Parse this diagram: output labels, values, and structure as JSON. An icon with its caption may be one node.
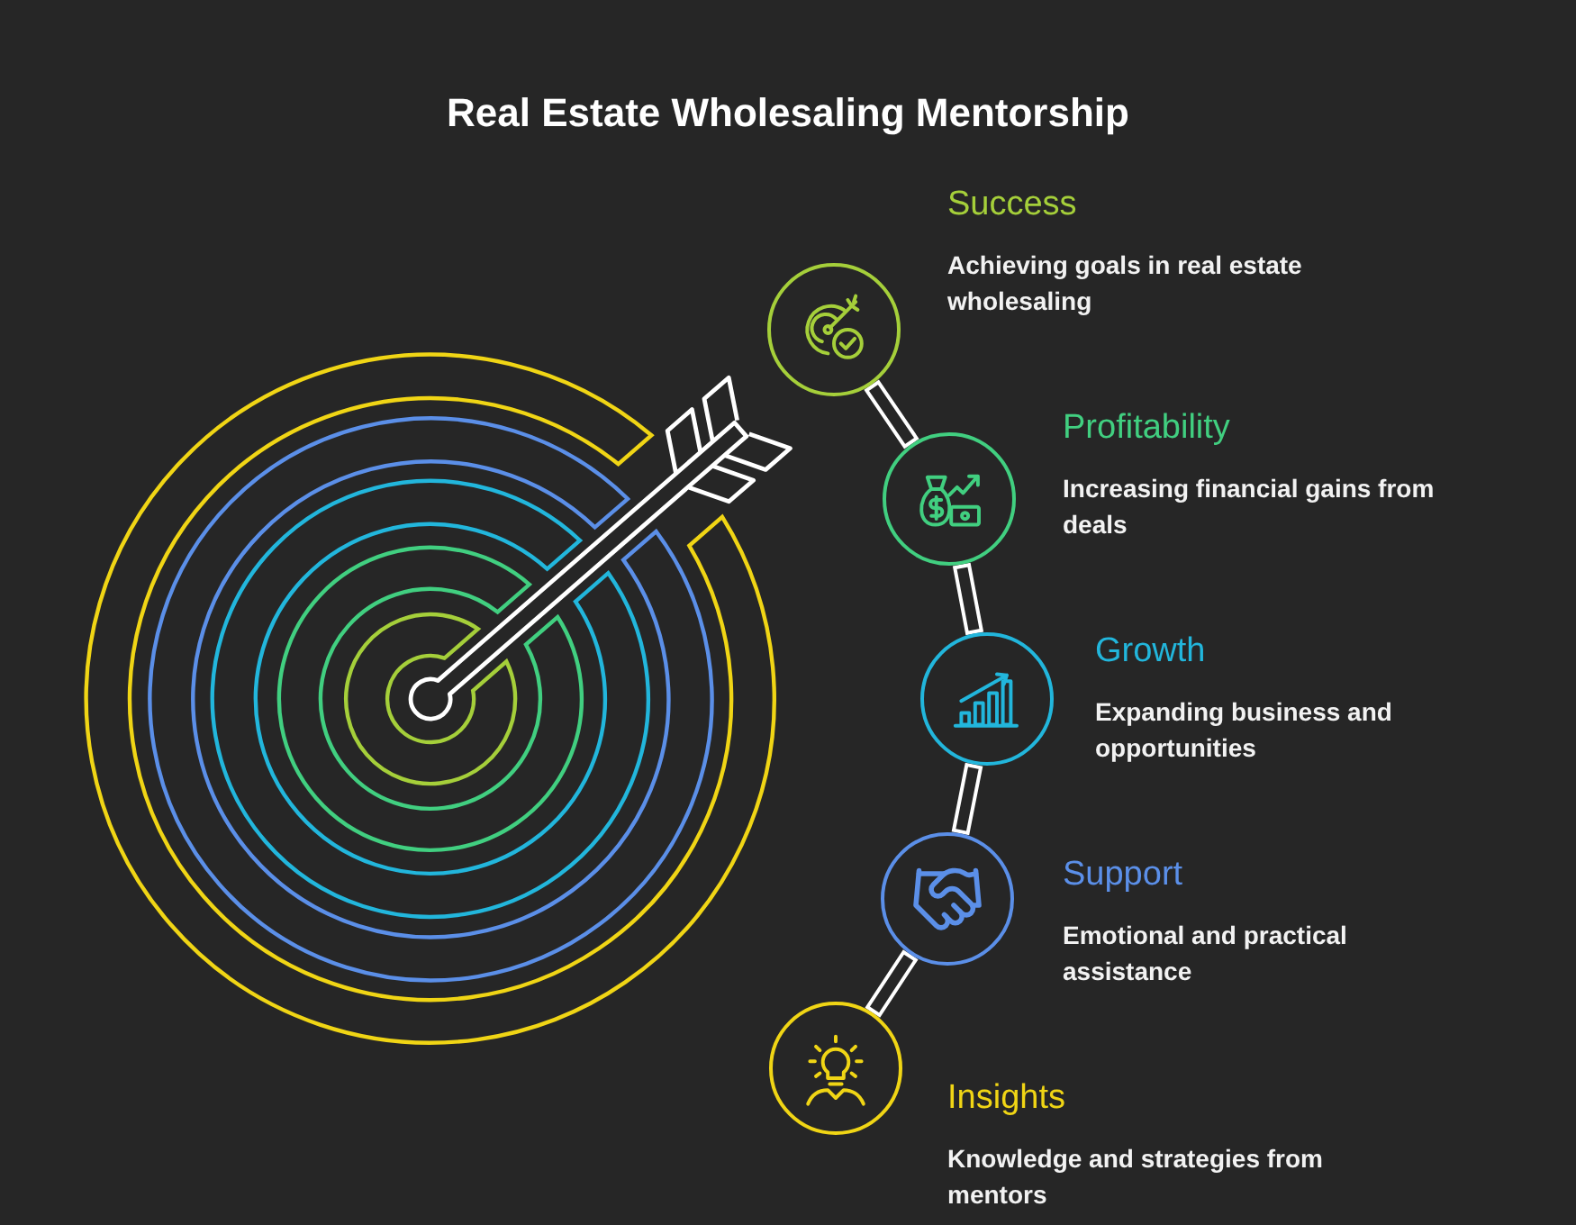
{
  "diagram": {
    "title": "Real Estate Wholesaling Mentorship",
    "nodes": [
      {
        "text": [],
        "shape": "circle",
        "beside": [
          "Success",
          "Achieving goals in real estate wholesaling"
        ]
      },
      {
        "text": [],
        "shape": "circle",
        "beside": [
          "Profitability",
          "Increasing financial gains from deals"
        ]
      },
      {
        "text": [],
        "shape": "circle",
        "beside": [
          "Growth",
          "Expanding business and opportunities"
        ]
      },
      {
        "text": [],
        "shape": "circle",
        "beside": [
          "Support",
          "Emotional and practical assistance"
        ]
      },
      {
        "text": [],
        "shape": "circle",
        "beside": [
          "Insights",
          "Knowledge and strategies from mentors"
        ]
      }
    ],
    "edges": [
      {
        "from": 0,
        "to": 1,
        "arrow": "none"
      },
      {
        "from": 1,
        "to": 2,
        "arrow": "none"
      },
      {
        "from": 2,
        "to": 3,
        "arrow": "none"
      },
      {
        "from": 3,
        "to": 4,
        "arrow": "none"
      }
    ]
  }
}
